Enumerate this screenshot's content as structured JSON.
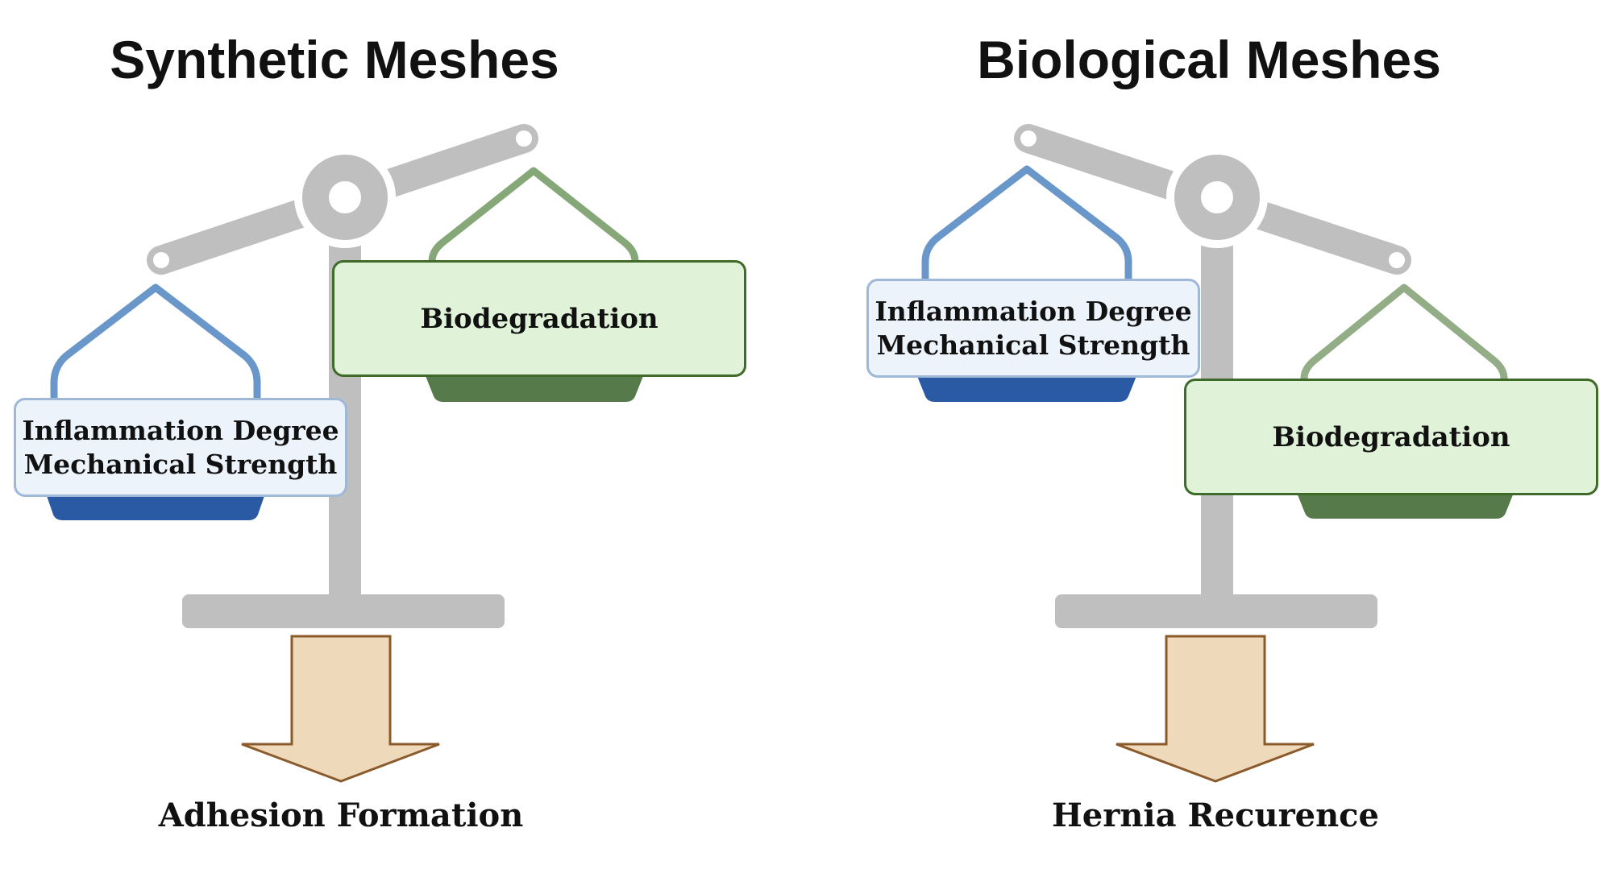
{
  "colors": {
    "scale_gray": "#bfbfbf",
    "blue_hanger": "#6a97c9",
    "blue_pan": "#2a5aa3",
    "blue_box_fill": "#edf3fb",
    "green_hanger_left": "#86a878",
    "green_hanger_right": "#93ae87",
    "green_pan": "#567a4a",
    "green_box_fill": "#e0f2d8",
    "arrow_fill": "#efd9bb",
    "arrow_stroke": "#8a5a2b"
  },
  "panels": [
    {
      "title": "Synthetic Meshes",
      "tilt": "left side down",
      "blue_box": {
        "line1": "Inflammation Degree",
        "line2": "Mechanical Strength"
      },
      "green_box": {
        "label": "Biodegradation"
      },
      "outcome": "Adhesion Formation"
    },
    {
      "title": "Biological Meshes",
      "tilt": "right side down",
      "blue_box": {
        "line1": "Inflammation Degree",
        "line2": "Mechanical Strength"
      },
      "green_box": {
        "label": "Biodegradation"
      },
      "outcome": "Hernia Recurence"
    }
  ]
}
